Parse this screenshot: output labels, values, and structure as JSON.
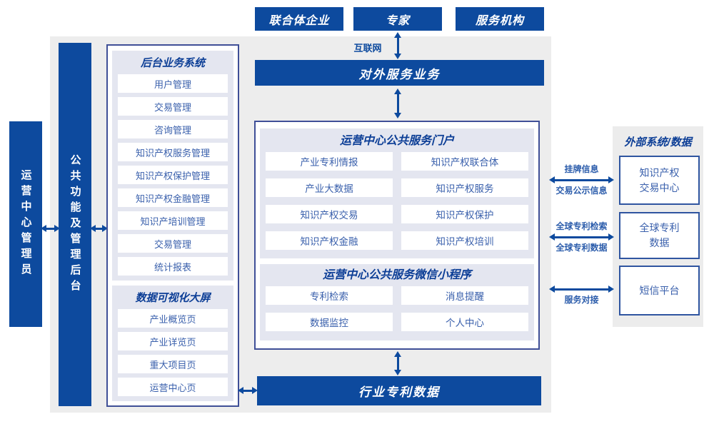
{
  "colors": {
    "primary_blue": "#0d4a9e",
    "panel_lavender": "#e4e6f0",
    "canvas_gray": "#ededed",
    "item_text_blue": "#3a60ac",
    "header_text_blue": "#0c3e96",
    "frame_border": "#3f4f97"
  },
  "top_actors": [
    {
      "label": "联合体企业"
    },
    {
      "label": "专家"
    },
    {
      "label": "服务机构"
    }
  ],
  "internet_label": "互联网",
  "external_service_bar": "对外服务业务",
  "left": {
    "admin_bar": "运营中心管理员",
    "backend_bar": "公共功能及管理后台"
  },
  "backend_box": {
    "system_title": "后台业务系统",
    "system_items": [
      "用户管理",
      "交易管理",
      "咨询管理",
      "知识产权服务管理",
      "知识产权保护管理",
      "知识产权金融管理",
      "知识产培训管理",
      "交易管理",
      "统计报表"
    ],
    "dashboard_title": "数据可视化大屏",
    "dashboard_items": [
      "产业概览页",
      "产业详览页",
      "重大项目页",
      "运营中心页"
    ]
  },
  "portal_box": {
    "portal_title": "运营中心公共服务门户",
    "portal_items": [
      "产业专利情报",
      "知识产权联合体",
      "产业大数据",
      "知识产权服务",
      "知识产权交易",
      "知识产权保护",
      "知识产权金融",
      "知识产权培训"
    ],
    "miniapp_title": "运营中心公共服务微信小程序",
    "miniapp_items": [
      "专利检索",
      "消息提醒",
      "数据监控",
      "个人中心"
    ]
  },
  "industry_bar": "行业专利数据",
  "external": {
    "title": "外部系统/数据",
    "systems": [
      "知识产权\n交易中心",
      "全球专利\n数据",
      "短信平台"
    ],
    "links": [
      {
        "top": "挂牌信息",
        "bottom": "交易公示信息"
      },
      {
        "top": "全球专利检索",
        "bottom": "全球专利数据"
      },
      {
        "top": "",
        "bottom": "服务对接"
      }
    ]
  }
}
